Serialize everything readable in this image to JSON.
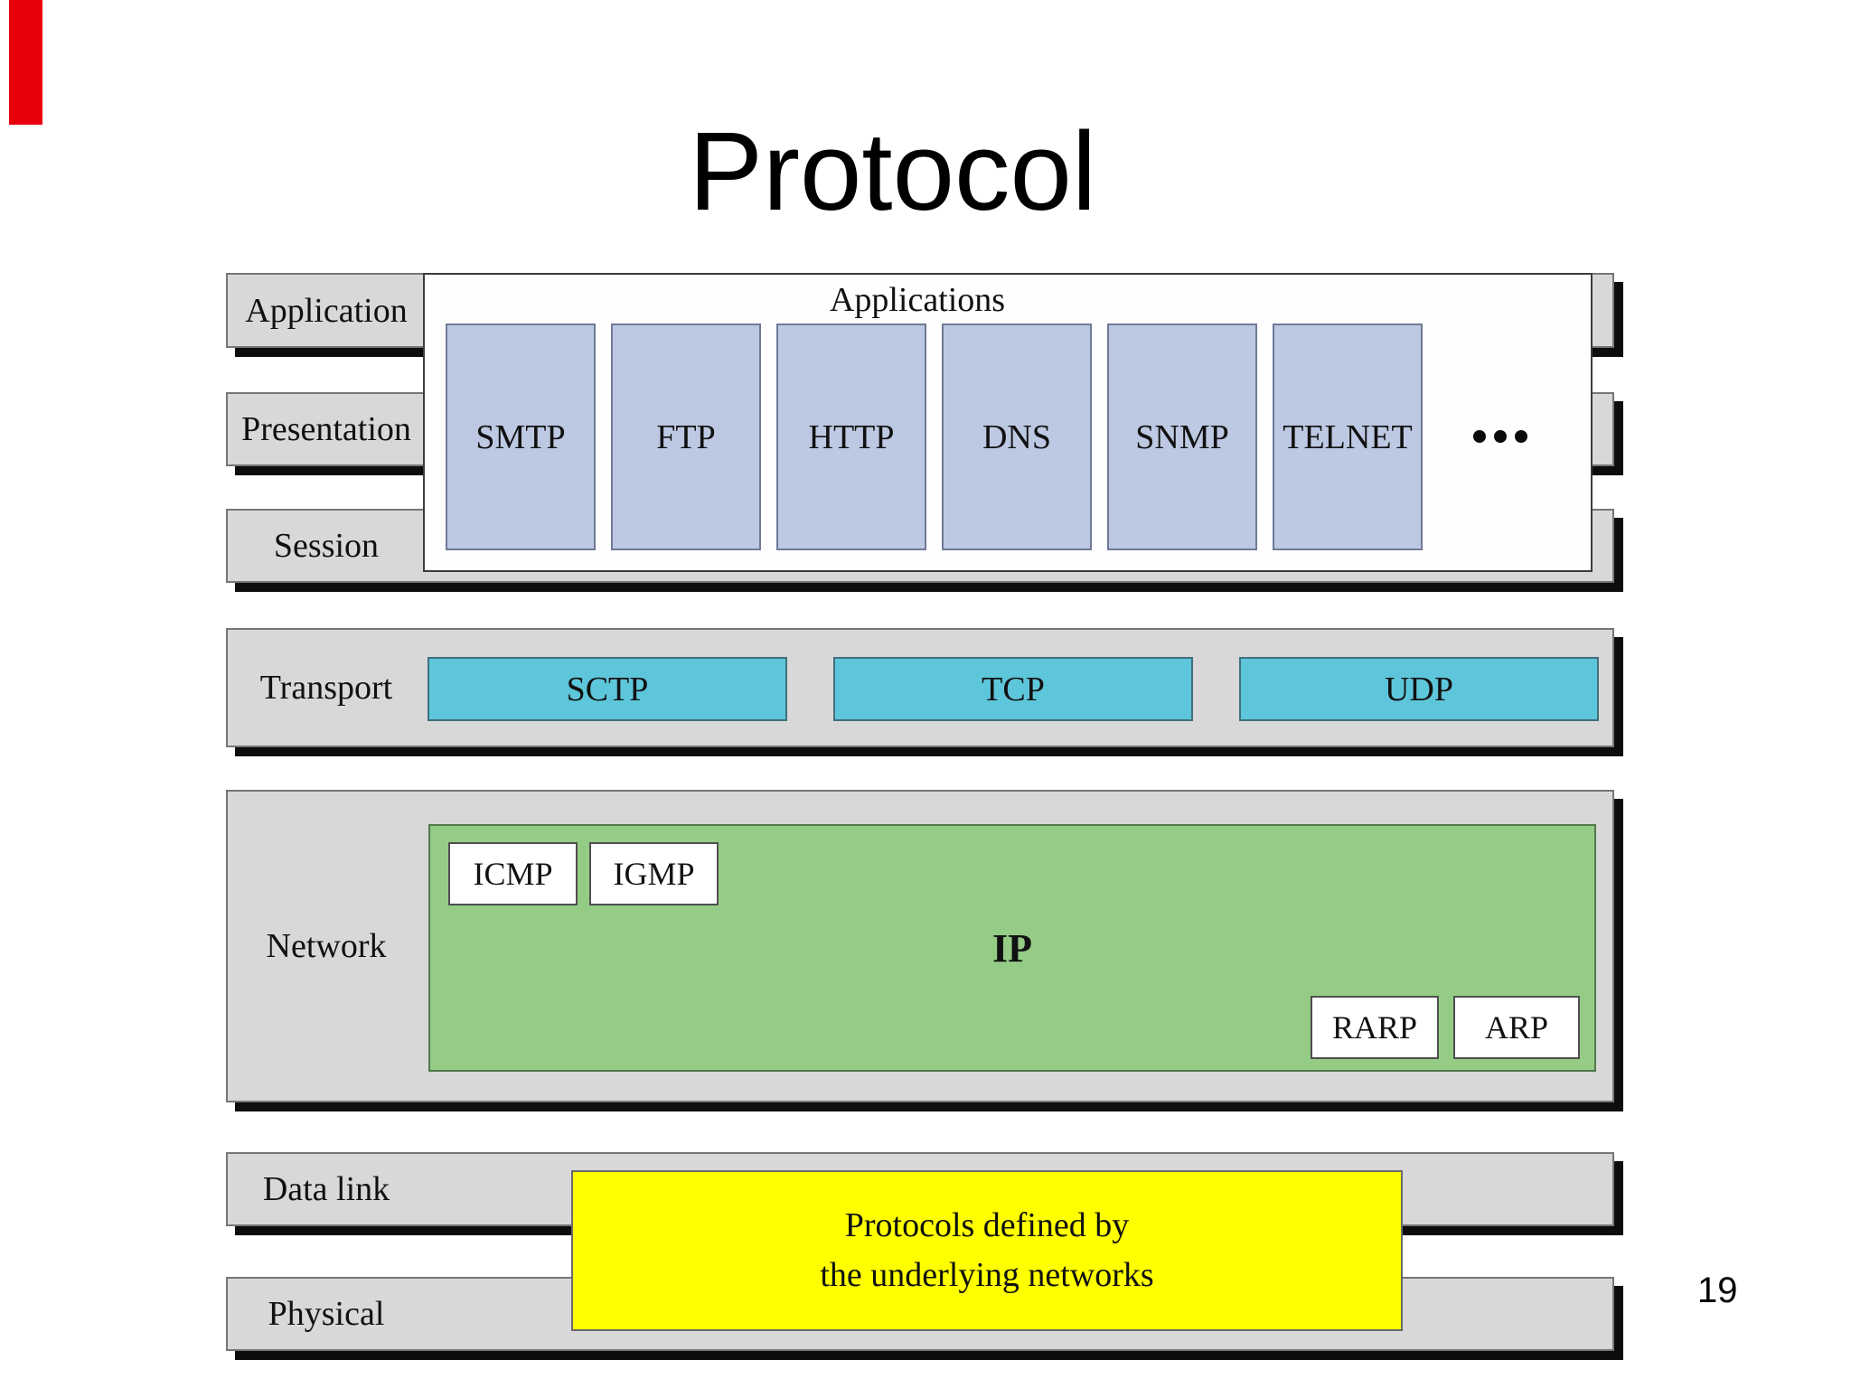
{
  "slide": {
    "title": "Protocol",
    "page_number": "19"
  },
  "colors": {
    "background": "#ffffff",
    "layer_bar_gray": "#d8d8d8",
    "shadow_black": "#0d0d0d",
    "apps_panel_white": "#fefefe",
    "app_box_blue": "#bdc8e2",
    "transport_cyan": "#5ec6da",
    "network_green": "#94cc86",
    "note_yellow": "#ffff00",
    "red_marker": "#e8000d",
    "text_black": "#111111"
  },
  "osi_layers": [
    {
      "label": "Application"
    },
    {
      "label": "Presentation"
    },
    {
      "label": "Session"
    },
    {
      "label": "Transport"
    },
    {
      "label": "Network"
    },
    {
      "label": "Data link"
    },
    {
      "label": "Physical"
    }
  ],
  "apps": {
    "title": "Applications",
    "boxes": [
      "SMTP",
      "FTP",
      "HTTP",
      "DNS",
      "SNMP",
      "TELNET"
    ],
    "ellipsis": "..."
  },
  "transport": {
    "boxes": [
      "SCTP",
      "TCP",
      "UDP"
    ]
  },
  "network": {
    "ip_label": "IP",
    "top_boxes": [
      "ICMP",
      "IGMP"
    ],
    "bottom_boxes": [
      "RARP",
      "ARP"
    ]
  },
  "note": {
    "line1": "Protocols defined by",
    "line2": "the underlying networks"
  }
}
